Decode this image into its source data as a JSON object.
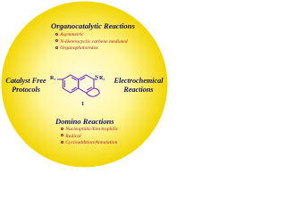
{
  "sections": {
    "organocatalytic": {
      "title": "Organocatalytic Reactions",
      "items": [
        "Asymmetric",
        "N-Heterocyclic carbene mediated",
        "Organophotoredox"
      ]
    },
    "catalyst_free": {
      "title_line1": "Catalyst Free",
      "title_line2": "Protocols"
    },
    "electrochemical": {
      "title_line1": "Electrochemical",
      "title_line2": "Reactions"
    },
    "domino": {
      "title": "Domino Reactions",
      "items": [
        "Nucleophilic/Electrophilic",
        "Radical",
        "Cycloaddition/Annulation"
      ]
    }
  },
  "structure": {
    "r1": "R₁",
    "r2": "R₂",
    "n": "N",
    "compound_number": "1"
  },
  "colors": {
    "disc_center": "#fffde4",
    "disc_mid": "#fff59a",
    "disc_edge": "#f2d600",
    "heading": "#12125e",
    "bullet_text": "#a51a2a",
    "molecule": "#6a1fb0"
  }
}
